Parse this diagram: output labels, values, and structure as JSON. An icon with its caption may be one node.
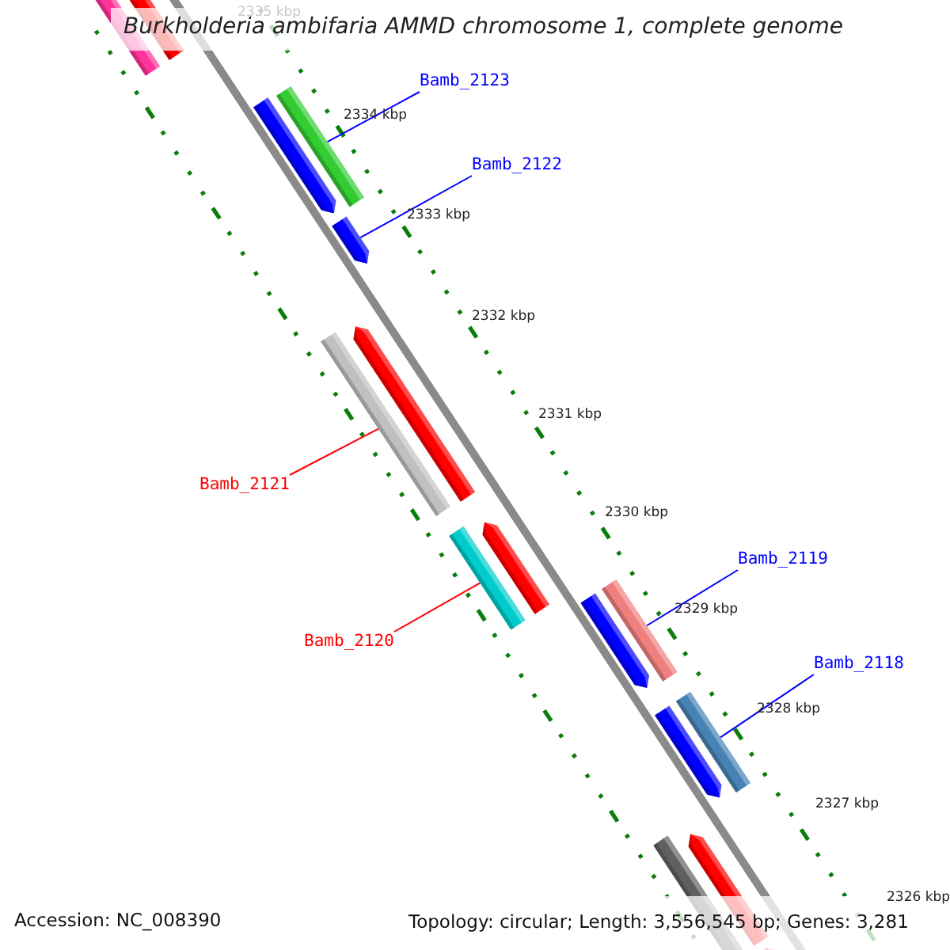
{
  "diagram": {
    "title": "Burkholderia ambifaria AMMD chromosome 1, complete genome",
    "nodes": [
      {
        "text": [
          "Bamb_2123"
        ]
      },
      {
        "text": [],
        "shape": "bar"
      },
      {
        "text": [
          "Bamb_2122"
        ]
      },
      {
        "text": [],
        "shape": "bar"
      },
      {
        "text": [
          "Bamb_2121"
        ]
      },
      {
        "text": [],
        "shape": "bar"
      },
      {
        "text": [
          "Bamb_2120"
        ]
      },
      {
        "text": [],
        "shape": "bar"
      },
      {
        "text": [
          "Bamb_2119"
        ]
      },
      {
        "text": [],
        "shape": "bar"
      },
      {
        "text": [
          "Bamb_2118"
        ]
      },
      {
        "text": [],
        "shape": "bar"
      }
    ],
    "edges": [
      {
        "from": 0,
        "to": 1,
        "arrow": "none"
      },
      {
        "from": 2,
        "to": 3,
        "arrow": "none"
      },
      {
        "from": 4,
        "to": 5,
        "arrow": "none",
        "color": "#ff0000"
      },
      {
        "from": 6,
        "to": 7,
        "arrow": "none",
        "color": "#ff0000"
      },
      {
        "from": 8,
        "to": 9,
        "arrow": "none"
      },
      {
        "from": 10,
        "to": 11,
        "arrow": "none"
      }
    ],
    "labels": [
      "2335 kbp",
      "2334 kbp",
      "2333 kbp",
      "2332 kbp",
      "2331 kbp",
      "2330 kbp",
      "2329 kbp",
      "2328 kbp",
      "2327 kbp",
      "2326 kbp",
      "Accession: NC_008390",
      "Topology: circular; Length: 3,556,545 bp; Genes: 3,281"
    ]
  }
}
